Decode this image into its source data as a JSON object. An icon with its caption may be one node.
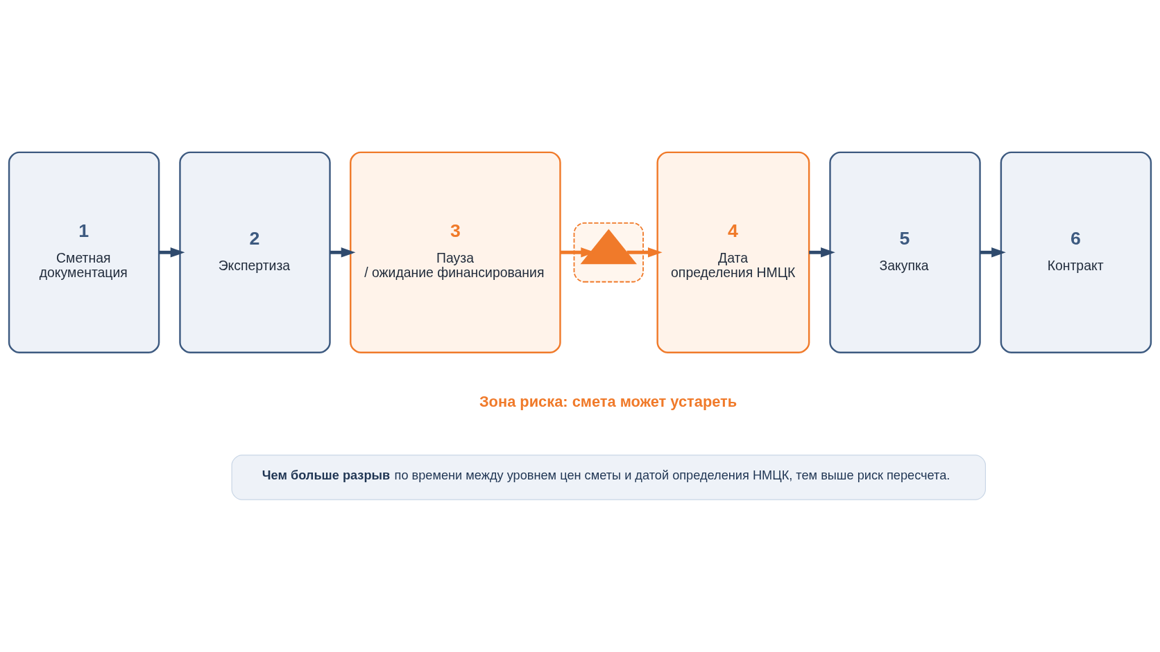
{
  "diagram": {
    "nodes": [
      {
        "text": [
          "1",
          "Сметная документация"
        ]
      },
      {
        "text": [
          "2",
          "Экспертиза"
        ]
      },
      {
        "text": [
          "3",
          "Пауза / ожидание финансирования"
        ]
      },
      {
        "text": [],
        "shape": "box"
      },
      {
        "text": [],
        "shape": "triangle",
        "in": 3
      },
      {
        "text": [
          "4",
          "Дата определения НМЦК"
        ]
      },
      {
        "text": [
          "5",
          "Закупка"
        ]
      },
      {
        "text": [
          "6",
          "Контракт"
        ]
      },
      {
        "text": [
          "**Чем больше разрыв** по времени между уровнем цен сметы и датой определения НМЦК, тем выше риск пересчета."
        ]
      }
    ],
    "edges": [
      {
        "from": 0,
        "to": 1,
        "arrow": "to"
      },
      {
        "from": 1,
        "to": 2,
        "arrow": "to"
      },
      {
        "from": 2,
        "to": 4,
        "arrow": "to",
        "color": "#f07a2a"
      },
      {
        "from": 4,
        "to": 5,
        "arrow": "to",
        "color": "#f07a2a"
      },
      {
        "from": 5,
        "to": 6,
        "arrow": "to"
      },
      {
        "from": 6,
        "to": 7,
        "arrow": "to"
      }
    ],
    "labels": [
      "Зона риска: смета может устареть"
    ]
  }
}
